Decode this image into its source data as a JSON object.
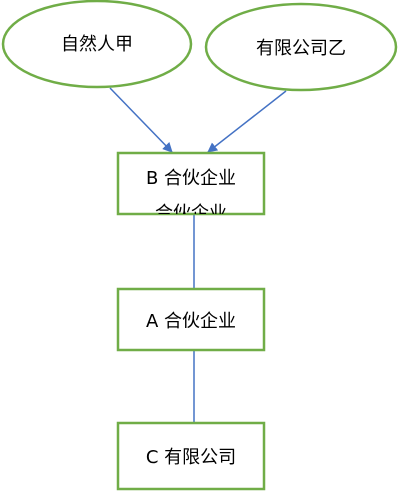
{
  "diagram": {
    "colors": {
      "node_border": "#70AD47",
      "node_fill": "#FFFFFF",
      "arrow": "#4472C4",
      "text": "#000000"
    },
    "nodes": {
      "person_jia": {
        "label": "自然人甲",
        "shape": "ellipse"
      },
      "company_yi": {
        "label": "有限公司乙",
        "shape": "ellipse"
      },
      "partnership_b": {
        "label": "B 合伙企业",
        "overflow_label": "合伙企业",
        "shape": "rectangle"
      },
      "partnership_a": {
        "label": "A 合伙企业",
        "shape": "rectangle"
      },
      "company_c": {
        "label": "C 有限公司",
        "shape": "rectangle"
      }
    },
    "edges": [
      {
        "from": "person_jia",
        "to": "partnership_b",
        "arrow": true
      },
      {
        "from": "company_yi",
        "to": "partnership_b",
        "arrow": true
      },
      {
        "from": "partnership_b",
        "to": "partnership_a",
        "arrow": false
      },
      {
        "from": "partnership_a",
        "to": "company_c",
        "arrow": false
      }
    ]
  }
}
